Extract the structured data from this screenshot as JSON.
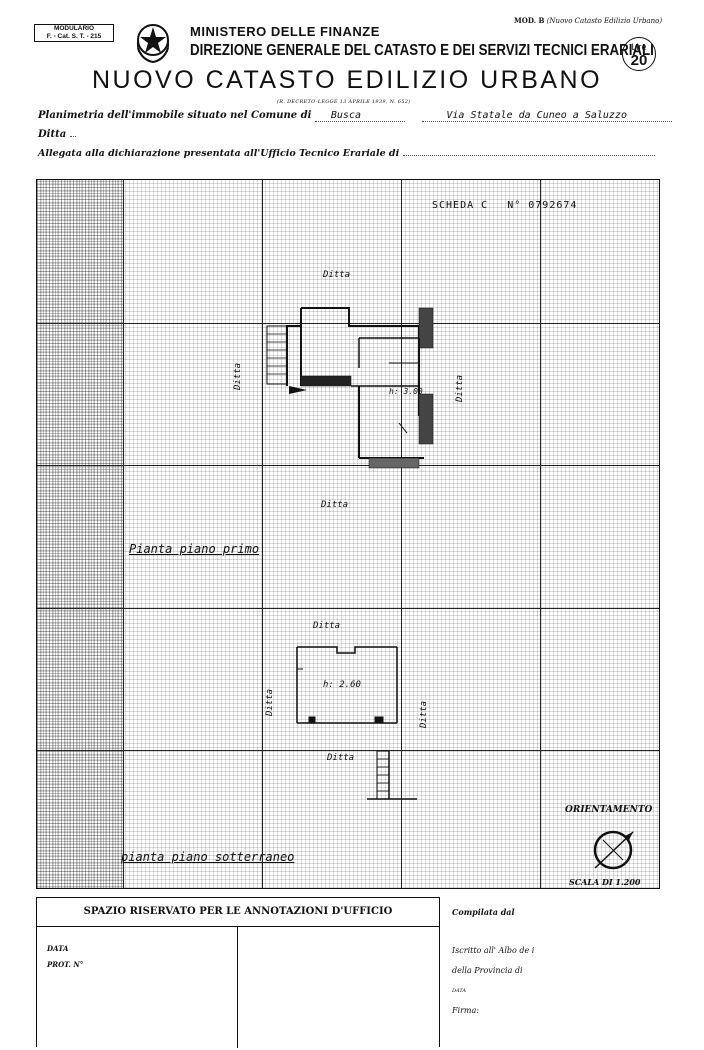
{
  "header": {
    "modulario_line1": "MODULARIO",
    "modulario_line2": "F. - Cat. S. T. - 215",
    "ministry": "MINISTERO DELLE FINANZE",
    "directorate": "DIREZIONE GENERALE DEL CATASTO E DEI SERVIZI TECNICI ERARIALI",
    "mod_label": "MOD. B",
    "mod_desc": "(Nuovo Catasto Edilizio Urbano)",
    "lire_label": "Lire",
    "lire_value": "20",
    "title": "NUOVO CATASTO EDILIZIO URBANO",
    "decree": "(R. DECRETO-LEGGE 13 APRILE 1939, N. 652)"
  },
  "form": {
    "planimetria_label": "Planimetria dell'immobile situato nel Comune di",
    "comune_value": "Busca",
    "address_value": "Via Statale da Cuneo a Saluzzo",
    "ditta_label": "Ditta",
    "allegata_label": "Allegata alla dichiarazione presentata all'Ufficio Tecnico Erariale di"
  },
  "plan": {
    "scheda": "SCHEDA C",
    "numero": "N° 0792674",
    "ditta": "Ditta",
    "height_primo": "h: 3.00",
    "height_sotterraneo": "h: 2.60",
    "caption_primo": "Pianta piano primo",
    "caption_sotterraneo": "pianta piano sotterraneo",
    "orientamento": "ORIENTAMENTO",
    "scala": "SCALA DI 1.200"
  },
  "office": {
    "heading": "SPAZIO RISERVATO PER LE ANNOTAZIONI D'UFFICIO",
    "data_label": "DATA",
    "prot_label": "PROT. N°"
  },
  "signature": {
    "compilata": "Compilata dal",
    "iscritto": "Iscritto all' Albo de i",
    "provincia": "della Provincia di",
    "data": "DATA",
    "firma": "Firma:"
  }
}
